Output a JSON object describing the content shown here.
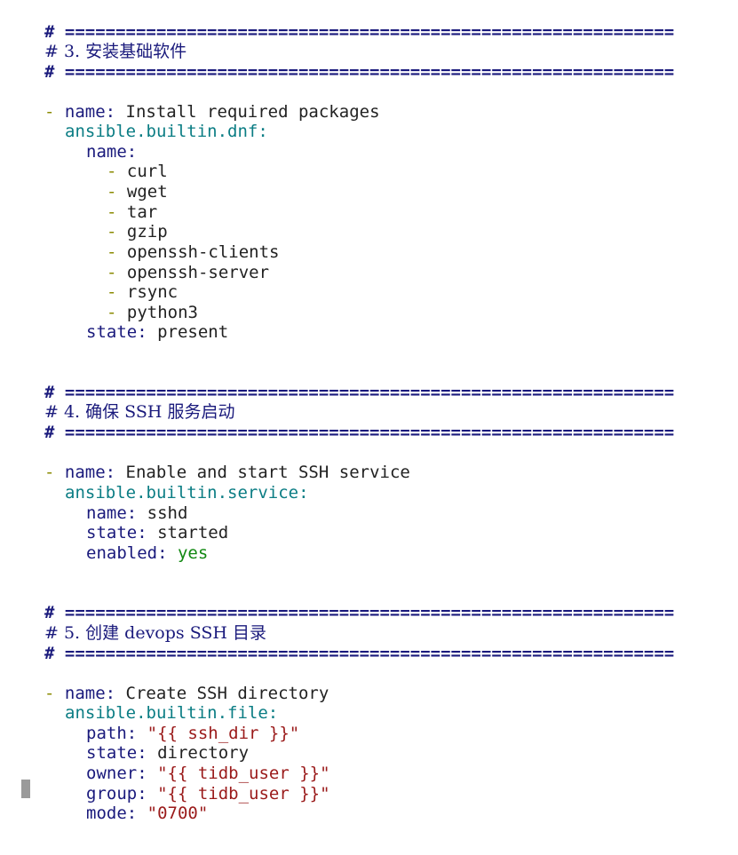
{
  "sections": {
    "s3": {
      "rule": "# ============================================================",
      "title": "# 3. 安装基础软件",
      "task_dash": "- ",
      "name_key": "name:",
      "name_value": " Install required packages",
      "module": "ansible.builtin.dnf:",
      "packages_key": "name:",
      "packages": [
        "curl",
        "wget",
        "tar",
        "gzip",
        "openssh-clients",
        "openssh-server",
        "rsync",
        "python3"
      ],
      "state_key": "state:",
      "state_value": " present"
    },
    "s4": {
      "rule": "# ============================================================",
      "title": "# 4. 确保 SSH 服务启动",
      "task_dash": "- ",
      "name_key": "name:",
      "name_value": " Enable and start SSH service",
      "module": "ansible.builtin.service:",
      "svc_name_key": "name:",
      "svc_name_value": " sshd",
      "state_key": "state:",
      "state_value": " started",
      "enabled_key": "enabled:",
      "enabled_value": " yes"
    },
    "s5": {
      "rule": "# ============================================================",
      "title": "# 5. 创建 devops SSH 目录",
      "task_dash": "- ",
      "name_key": "name:",
      "name_value": " Create SSH directory",
      "module": "ansible.builtin.file:",
      "path_key": "path:",
      "path_value": " \"{{ ssh_dir }}\"",
      "state_key": "state:",
      "state_value": " directory",
      "owner_key": "owner:",
      "owner_value": " \"{{ tidb_user }}\"",
      "group_key": "group:",
      "group_value": " \"{{ tidb_user }}\"",
      "mode_key": "mode:",
      "mode_value": " \"0700\""
    }
  },
  "colors": {
    "comment": "#1a1a7c",
    "key": "#1a1a7c",
    "module": "#0b7d84",
    "dash": "#8a8a00",
    "string": "#9a1a1a",
    "bool": "#118811",
    "text": "#222222"
  }
}
